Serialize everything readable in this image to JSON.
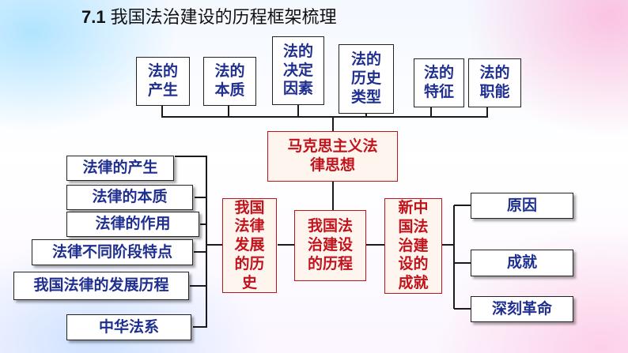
{
  "title": {
    "number": "7.1",
    "text": "我国法治建设的历程框架梳理"
  },
  "top_items": [
    {
      "label": "法的\n产生"
    },
    {
      "label": "法的\n本质"
    },
    {
      "label": "法的\n决定\n因素"
    },
    {
      "label": "法的\n历史\n类型"
    },
    {
      "label": "法的\n特征"
    },
    {
      "label": "法的\n职能"
    }
  ],
  "center": {
    "label": "马克思主义法\n律思想"
  },
  "left_items": [
    {
      "label": "法律的产生"
    },
    {
      "label": "法律的本质"
    },
    {
      "label": "法律的作用"
    },
    {
      "label": "法律不同阶段特点"
    },
    {
      "label": "我国法律的发展历程"
    },
    {
      "label": "中华法系"
    }
  ],
  "history_box": {
    "label": "我国\n法律\n发展\n的历\n史"
  },
  "process_box": {
    "label": "我国法\n治建设\n的历程"
  },
  "achievement_box": {
    "label": "新中\n国法\n治建\n设的\n成就"
  },
  "right_items": [
    {
      "label": "原因"
    },
    {
      "label": "成就"
    },
    {
      "label": "深刻革命"
    }
  ],
  "colors": {
    "blue_text": "#1f2f8f",
    "red_text": "#c0131b",
    "red_box_fill": "#fff5ef"
  }
}
